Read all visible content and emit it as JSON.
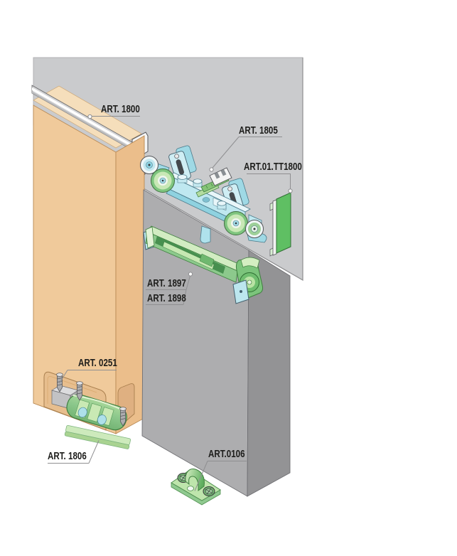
{
  "figure": {
    "type": "exploded-technical-diagram",
    "subject": "sliding door hardware installation",
    "labels": {
      "track": {
        "text": "ART. 1800"
      },
      "carriage": {
        "text": "ART. 1805"
      },
      "end_cap": {
        "text": "ART.01.TT1800"
      },
      "soft_close_a": {
        "text": "ART. 1897"
      },
      "soft_close_b": {
        "text": "ART. 1898"
      },
      "spacer": {
        "text": "ART. 0251"
      },
      "bottom_guide": {
        "text": "ART. 1806"
      },
      "floor_guide": {
        "text": "ART.0106"
      }
    },
    "colors": {
      "background": "#ffffff",
      "wall": "#CACBCD",
      "door_tan_front": "#F0CA9B",
      "door_tan_side": "#EBBE8B",
      "door_tan_top": "#F5DEBB",
      "door_gray_front": "#ADADAF",
      "door_gray_side": "#939395",
      "hardware_green": "#7CC47C",
      "hardware_green_light": "#C9E9B4",
      "hardware_cyan": "#BFE8F0",
      "end_cap_green": "#5FBF63",
      "track_gray": "#D4D5D7",
      "label_text": "#1D1D1B",
      "leader_line": "#8F8F91"
    }
  }
}
